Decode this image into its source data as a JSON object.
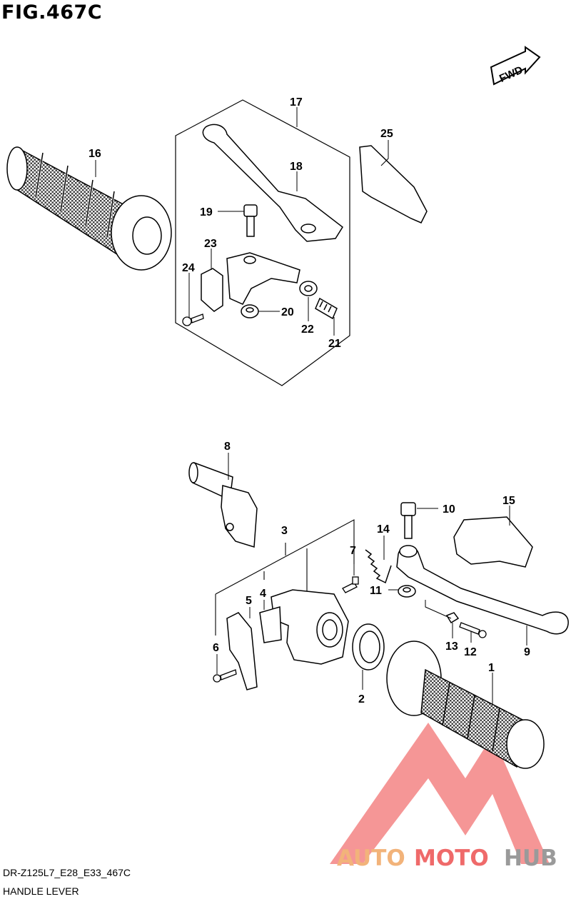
{
  "figure": {
    "title": "FIG.467C",
    "code": "DR-Z125L7_E28_E33_467C",
    "name": "HANDLE LEVER"
  },
  "fwd_label": "FWD",
  "callouts": [
    "1",
    "2",
    "3",
    "4",
    "5",
    "6",
    "7",
    "8",
    "9",
    "10",
    "11",
    "12",
    "13",
    "14",
    "15",
    "16",
    "17",
    "18",
    "19",
    "20",
    "21",
    "22",
    "23",
    "24",
    "25"
  ],
  "watermark": {
    "auto": "AUTO",
    "moto": "MOTO",
    "hub": "HUB",
    "colors": {
      "auto": "#f2b37a",
      "moto": "#ef6a6a",
      "hub": "#9a9a9a",
      "logo": "#ef5b5b"
    }
  }
}
